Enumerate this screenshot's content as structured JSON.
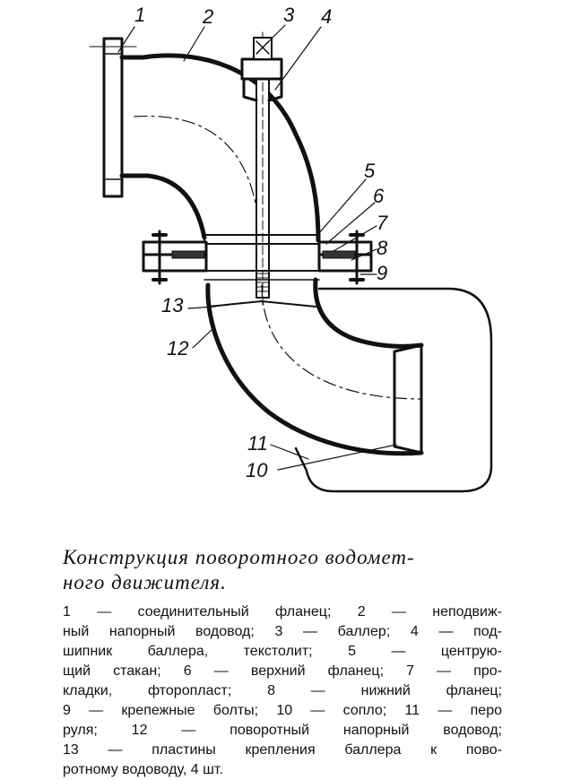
{
  "callouts": {
    "n1": "1",
    "n2": "2",
    "n3": "3",
    "n4": "4",
    "n5": "5",
    "n6": "6",
    "n7": "7",
    "n8": "8",
    "n9": "9",
    "n10": "10",
    "n11": "11",
    "n12": "12",
    "n13": "13"
  },
  "caption": {
    "title_line1": "Конструкция поворотного водомет-",
    "title_line2": "ного движителя.",
    "legend_lines": [
      "1 — соединительный фланец; 2 — неподвиж-",
      "ный напорный водовод; 3 — баллер; 4 — под-",
      "шипник баллера, текстолит; 5 — центрую-",
      "щий стакан; 6 — верхний фланец; 7 — про-",
      "кладки, фторопласт; 8 — нижний фланец;",
      "9 — крепежные болты; 10 — сопло; 11 — перо",
      "руля; 12 — поворотный напорный водовод;",
      "13 — пластины крепления баллера к пово-",
      "ротному водоводу, 4 шт."
    ]
  }
}
